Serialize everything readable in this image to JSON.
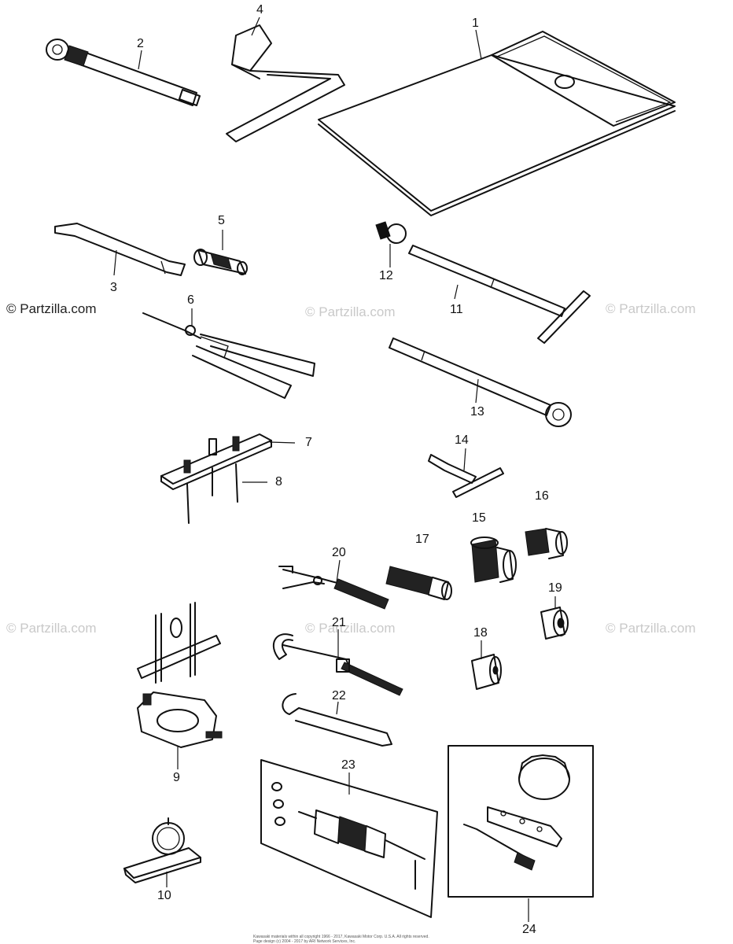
{
  "watermark": {
    "text": "© Partzilla.com"
  },
  "callouts": {
    "n1": "1",
    "n2": "2",
    "n3": "3",
    "n4": "4",
    "n5": "5",
    "n6": "6",
    "n7": "7",
    "n8": "8",
    "n9": "9",
    "n10": "10",
    "n11": "11",
    "n12": "12",
    "n13": "13",
    "n14": "14",
    "n15": "15",
    "n16": "16",
    "n17": "17",
    "n18": "18",
    "n19": "19",
    "n20": "20",
    "n21": "21",
    "n22": "22",
    "n23": "23",
    "n24": "24"
  },
  "footer": {
    "line1": "Kawasaki materials within all copyright 1966 - 2017, Kawasaki Motor Corp. U.S.A.  All rights reserved.",
    "line2": "Page design (c) 2004 - 2017 by ARI Network Services, Inc."
  },
  "colors": {
    "ink": "#111111",
    "watermark_light": "#c9c9c9",
    "background": "#ffffff"
  }
}
